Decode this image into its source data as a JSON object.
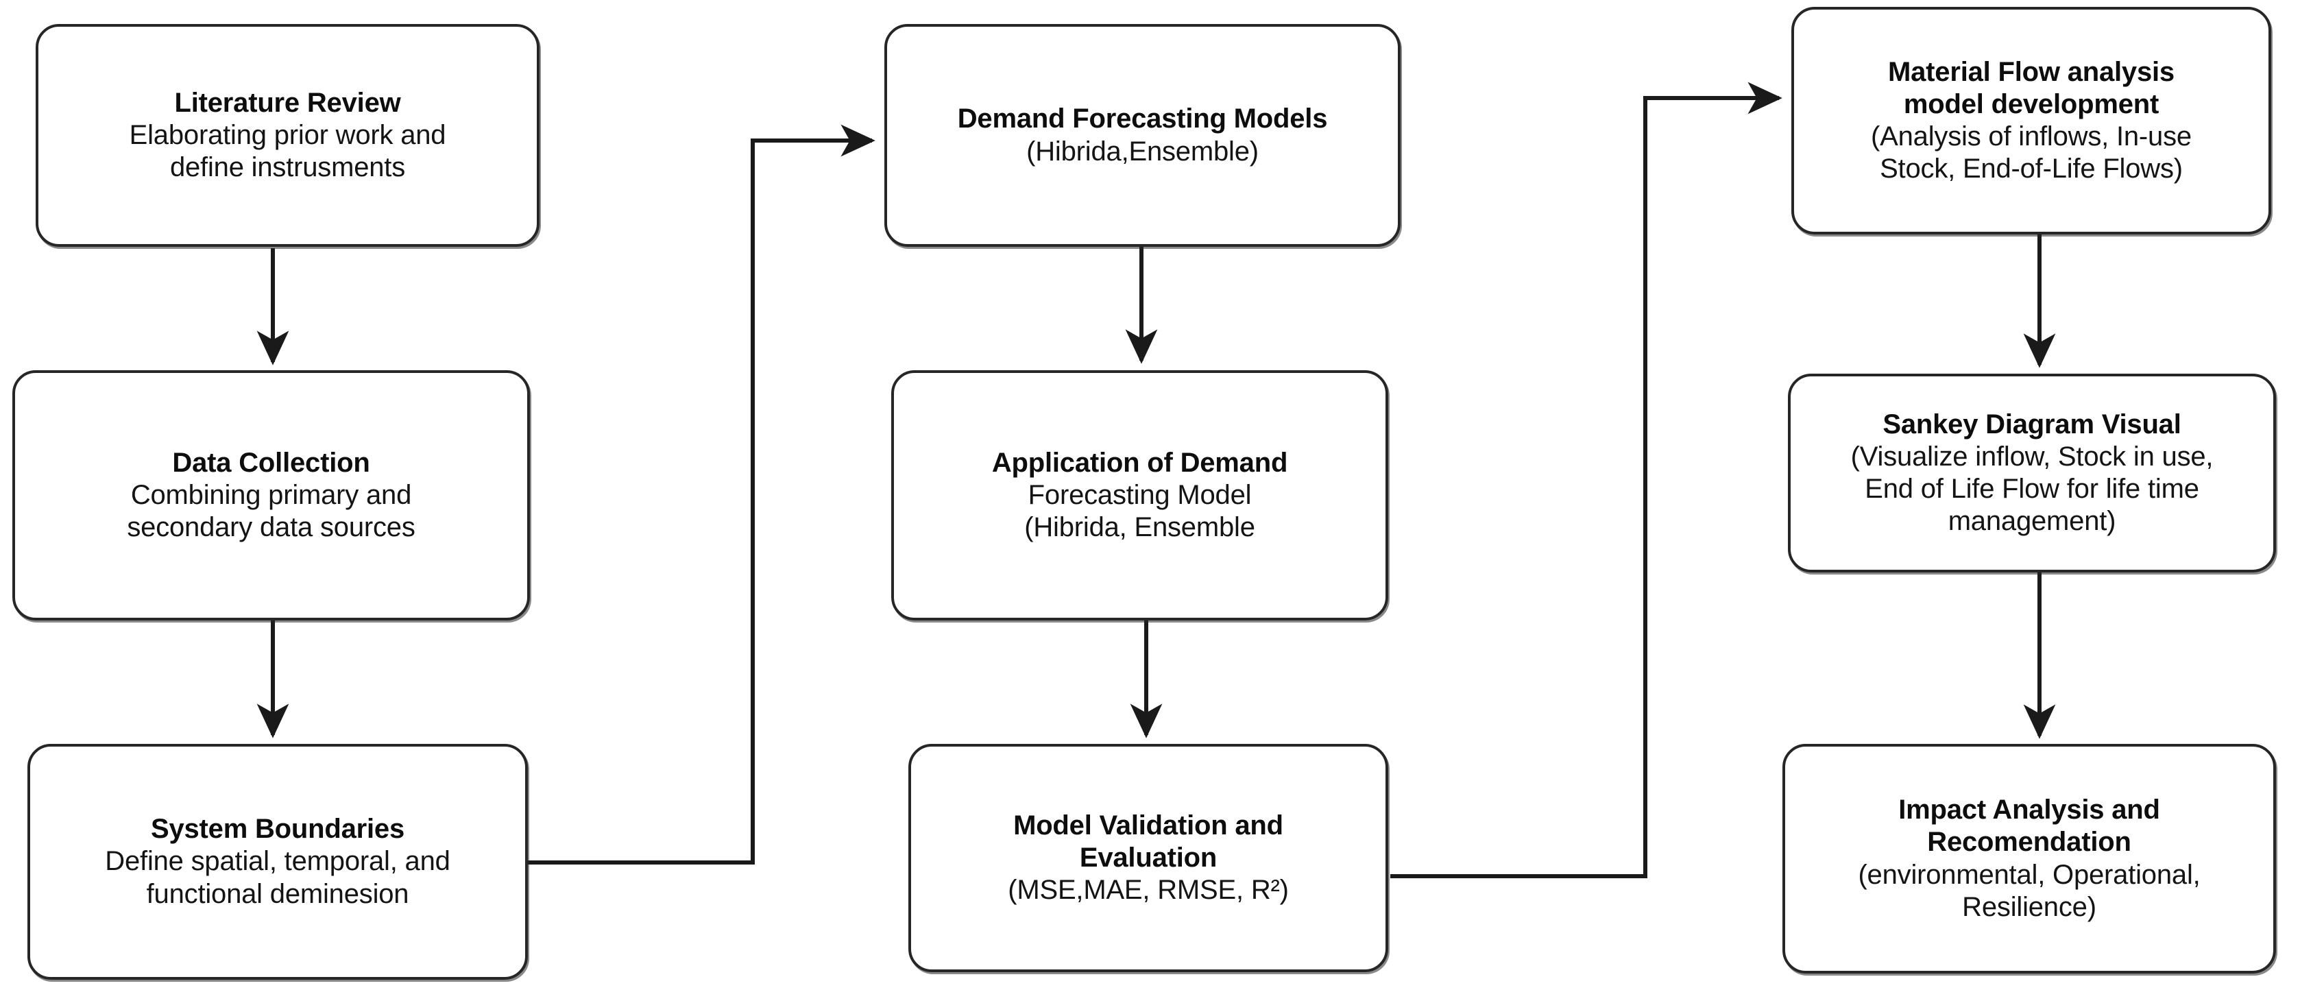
{
  "diagram": {
    "type": "flowchart",
    "orientation": "three-column-vertical-with-wrap-connectors",
    "background_color": "#ffffff",
    "node_border_color": "#262626",
    "node_fill_color": "#ffffff",
    "edge_color": "#1a1a1a",
    "nodes": [
      {
        "id": "literature-review",
        "column": 1,
        "row": 1,
        "title": "Literature Review",
        "subtitle_lines": [
          "Elaborating prior work and",
          "define instrusments"
        ]
      },
      {
        "id": "data-collection",
        "column": 1,
        "row": 2,
        "title": "Data Collection",
        "subtitle_lines": [
          "Combining primary and",
          "secondary data sources"
        ]
      },
      {
        "id": "system-boundaries",
        "column": 1,
        "row": 3,
        "title": "System Boundaries",
        "subtitle_lines": [
          "Define spatial, temporal, and",
          "functional deminesion"
        ]
      },
      {
        "id": "demand-forecasting-models",
        "column": 2,
        "row": 1,
        "title": "Demand Forecasting Models",
        "subtitle_lines": [
          "(Hibrida,Ensemble)"
        ]
      },
      {
        "id": "application-of-demand-forecasting-model",
        "column": 2,
        "row": 2,
        "title": "Application of Demand",
        "subtitle_lines": [
          "Forecasting Model",
          "(Hibrida, Ensemble"
        ]
      },
      {
        "id": "model-validation-and-evaluation",
        "column": 2,
        "row": 3,
        "title_lines": [
          "Model Validation and",
          "Evaluation"
        ],
        "subtitle_lines": [
          "(MSE,MAE, RMSE, R²)"
        ]
      },
      {
        "id": "material-flow-analysis-model-development",
        "column": 3,
        "row": 1,
        "title_lines": [
          "Material Flow analysis",
          "model development"
        ],
        "subtitle_lines": [
          "(Analysis of inflows, In-use",
          "Stock, End-of-Life Flows)"
        ]
      },
      {
        "id": "sankey-diagram-visual",
        "column": 3,
        "row": 2,
        "title": "Sankey Diagram Visual",
        "subtitle_lines": [
          "(Visualize inflow, Stock in use,",
          "End of Life Flow for life time",
          "management)"
        ]
      },
      {
        "id": "impact-analysis-and-recomendation",
        "column": 3,
        "row": 3,
        "title_lines": [
          "Impact Analysis and",
          "Recomendation"
        ],
        "subtitle_lines": [
          "(environmental, Operational,",
          "Resilience)"
        ]
      }
    ],
    "edges": [
      {
        "from": "literature-review",
        "to": "data-collection",
        "style": "straight-down-arrow"
      },
      {
        "from": "data-collection",
        "to": "system-boundaries",
        "style": "straight-down-arrow"
      },
      {
        "from": "system-boundaries",
        "to": "demand-forecasting-models",
        "style": "right-up-right-elbow-arrow"
      },
      {
        "from": "demand-forecasting-models",
        "to": "application-of-demand-forecasting-model",
        "style": "straight-down-arrow"
      },
      {
        "from": "application-of-demand-forecasting-model",
        "to": "model-validation-and-evaluation",
        "style": "straight-down-arrow"
      },
      {
        "from": "model-validation-and-evaluation",
        "to": "material-flow-analysis-model-development",
        "style": "right-up-right-elbow-arrow"
      },
      {
        "from": "material-flow-analysis-model-development",
        "to": "sankey-diagram-visual",
        "style": "straight-down-arrow"
      },
      {
        "from": "sankey-diagram-visual",
        "to": "impact-analysis-and-recomendation",
        "style": "straight-down-arrow"
      }
    ]
  }
}
